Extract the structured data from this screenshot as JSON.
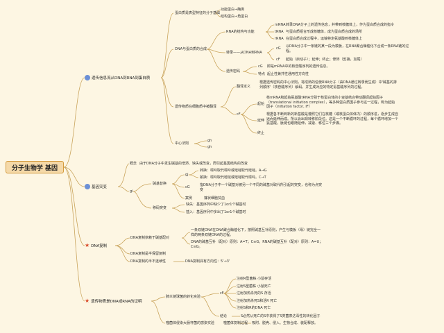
{
  "root": "分子生物学 基因",
  "b1": {
    "title": "遗传信息流从DNA到RNA到蛋白质",
    "n1": "蛋白质是表型特征的分子基础",
    "n1a": "功能蛋白→酶类",
    "n1b": "结构蛋白→角蛋白",
    "n2": "DNA与蛋白质的合成",
    "rna_kinds": "RNA的结构与功能",
    "mrna": "mRNA",
    "mrna_d": "转录DNA分子上的遗传信息，并带到核糖体上，作为蛋白质合成的指令",
    "trna": "tRNA",
    "trna_d": "与蛋白质组合形成核糖体，成为蛋白质合成的场所",
    "rrna": "rRNA",
    "rrna_d": "在蛋白质合成过程中，运输特定氨基酸到核糖体上",
    "transcribe": "转录——从DNA到RNA",
    "cg1": "cG",
    "cg1_d": "以DNA分子中一条链的某一段为模板，在RNA聚合酶催化下合成一条RNA链的过程。",
    "cf1": "cF",
    "cf1_d": "起始（启动子）；延伸；终止；修饰（剪接，加尾）",
    "code": "遗传密码",
    "cg2": "cG",
    "cg2_d": "即是mRNA中的核苷酸序列的遗传信息。",
    "feature": "特点",
    "feature_d": "起止性兼并性通用性方向性",
    "n3": "遗传物质在细胞质中被翻译",
    "translate": "翻译定义",
    "translate_d": "根据遗传密码的中心法则，将成熟的信使RNA分子（由DNA通过转录而生成）中'碱基的排列顺序'（核苷酸序列）解码，并生成对应的特定氨基酸序列的过程。",
    "cf2": "cF",
    "start": "起始",
    "start_d": "核mRNA和起始氨基酸tRNA分别于核蛋白体的小亚基结合带动翻译起始因子（translational initiation complex），等多种蛋白质因子参与这一过程，称为起始因子（initiation factor, IF）",
    "extend": "延伸",
    "extend_d": "根据各不断到新的新基酸是遵照它们在核糖（或核蛋白体体内）的顺序进，逐步生成自远而延伸而成。所以会出现转移阶段位。这是一个不断循环的过程，每个循环增加一个氨基酸，肽链也跟随延伸，减速、移位三个步骤。",
    "stop": "终止",
    "n4": "中心法则",
    "n4a": "gh",
    "n4b": "gh"
  },
  "b2": {
    "title": "基因突变",
    "concept": "概念",
    "concept_d": "由于DNA分子中发生碱基的增添、缺失或改变，而引起基因结构的改变",
    "gi": "gi",
    "replace": "碱基替换",
    "gj": "gj",
    "trans": "转换：嘌呤取代嘌呤或嘧啶取代嘧啶。A→G",
    "transv": "颠换：嘌呤取代嘧啶或嘧啶取代嘌呤。C→T",
    "cg3": "cG",
    "cg3_d": "指DNA分子中一个碱基对被另一个不同的碱基对取代所引起的突变，也称为点突变",
    "example": "案例",
    "example_d": "镰状细胞贫血",
    "frameshift": "移码突变",
    "fs1": "缺失：基因序列中缺少了1or1个碱基时",
    "fs2": "插入：基因序列中多出了1or1个碱基时"
  },
  "b3": {
    "title": "DNA复制",
    "s1": "DNA复制依赖于碱基配对",
    "s1_d": "一条双链DNA在DNA聚合酶催化下，按照碱基互补原则，产生与模板（母）链完全一样的两条双链DNA的过程。",
    "s1_e": "DNA的碱基互补（配对）原则：A=T；C≡G。RNA的碱基互补（配对）原则：A=U；C≡G。",
    "s2": "DNA复制是半保留复制",
    "s3": "DNA复制的半不连续性",
    "s3_d": "DNA复制具有方向性：5'→3'"
  },
  "b4": {
    "title": "遗传物质是DNA或RNA的证明",
    "exp": "肺炎链球菌的转化实验",
    "cf3": "cF",
    "e1": "注射R型菌株 小鼠存活",
    "e2": "注射S型菌株 小鼠死亡",
    "e3": "注射加热杀死的S 存活",
    "e4": "注射加热杀死S和活R 死亡",
    "e5": "注射S和R的DNA 死亡",
    "concl": "结论",
    "concl_d": "S必然从死亡的S中获得了S类菌表达毒性的转化因子",
    "phage": "噬菌体侵染大肠杆菌的感染实验",
    "phage_a": "噬菌体复制过程",
    "phage_d": "吸附、脱壳、侵入、生物合成、装配释放。"
  }
}
